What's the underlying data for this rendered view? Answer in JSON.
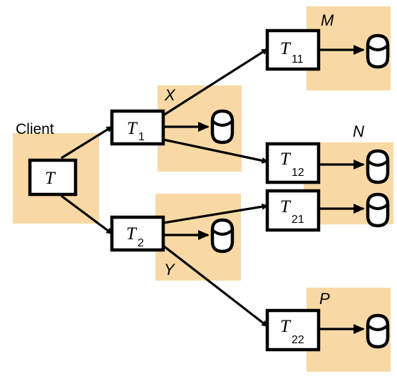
{
  "client_label": "Client",
  "regions": [
    {
      "id": "client",
      "label": ""
    },
    {
      "id": "X",
      "label": "X"
    },
    {
      "id": "Y",
      "label": "Y"
    },
    {
      "id": "M",
      "label": "M"
    },
    {
      "id": "N",
      "label": "N"
    },
    {
      "id": "P",
      "label": "P"
    }
  ],
  "nodes": [
    {
      "id": "T",
      "base": "T",
      "sub": ""
    },
    {
      "id": "T1",
      "base": "T",
      "sub": "1"
    },
    {
      "id": "T2",
      "base": "T",
      "sub": "2"
    },
    {
      "id": "T11",
      "base": "T",
      "sub": "11"
    },
    {
      "id": "T12",
      "base": "T",
      "sub": "12"
    },
    {
      "id": "T21",
      "base": "T",
      "sub": "21"
    },
    {
      "id": "T22",
      "base": "T",
      "sub": "22"
    }
  ],
  "edges": [
    {
      "from": "T",
      "to": "T1"
    },
    {
      "from": "T",
      "to": "T2"
    },
    {
      "from": "T1",
      "to": "T11"
    },
    {
      "from": "T1",
      "to": "T12"
    },
    {
      "from": "T2",
      "to": "T21"
    },
    {
      "from": "T2",
      "to": "T22"
    },
    {
      "from": "T1",
      "to": "db-X"
    },
    {
      "from": "T2",
      "to": "db-Y"
    },
    {
      "from": "T11",
      "to": "db-M"
    },
    {
      "from": "T12",
      "to": "db-N"
    },
    {
      "from": "T21",
      "to": "db-N2"
    },
    {
      "from": "T22",
      "to": "db-P"
    }
  ],
  "databases": [
    {
      "id": "db-X",
      "icon": "database-icon"
    },
    {
      "id": "db-Y",
      "icon": "database-icon"
    },
    {
      "id": "db-M",
      "icon": "database-icon"
    },
    {
      "id": "db-N",
      "icon": "database-icon"
    },
    {
      "id": "db-N2",
      "icon": "database-icon"
    },
    {
      "id": "db-P",
      "icon": "database-icon"
    }
  ],
  "colors": {
    "region_fill": "#f8d9a5",
    "stroke": "#000000"
  }
}
